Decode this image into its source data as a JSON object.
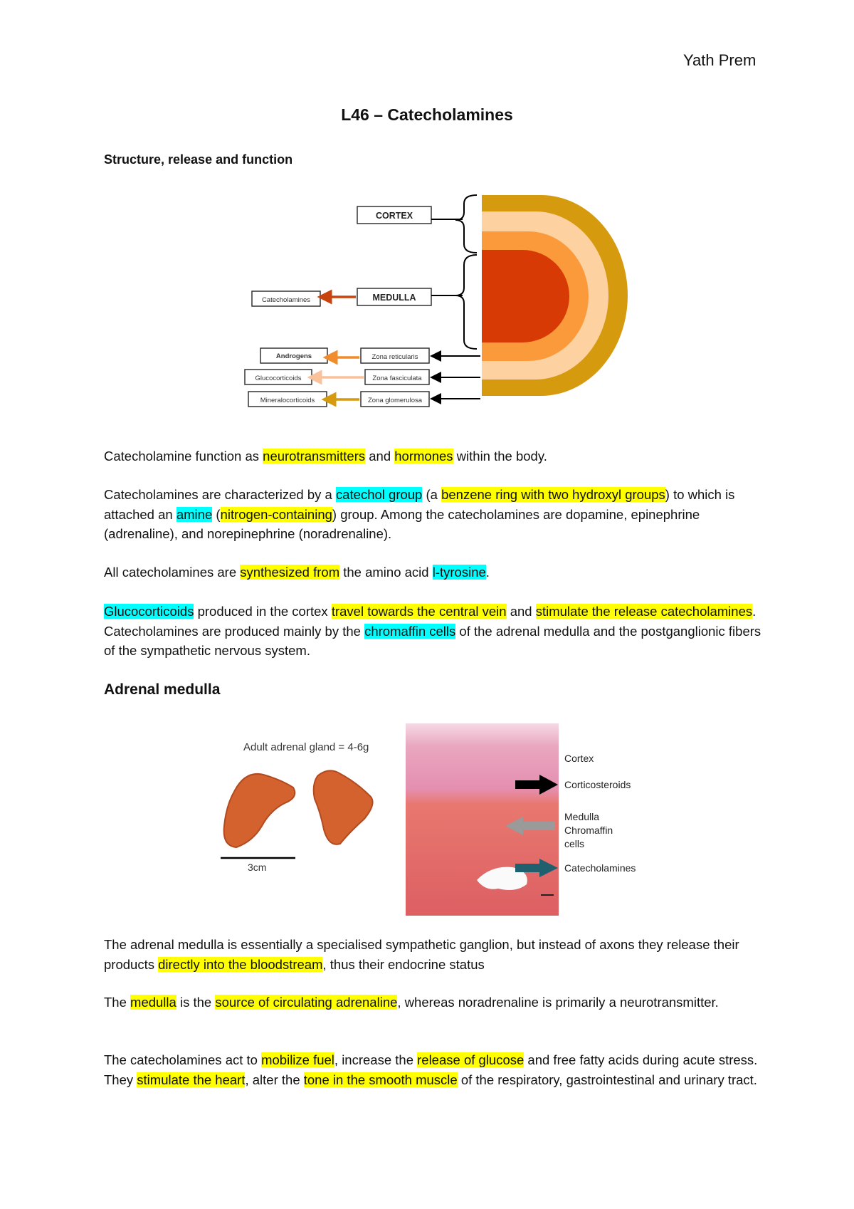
{
  "header": {
    "author": "Yath Prem"
  },
  "title": "L46 – Catecholamines",
  "section1": {
    "heading": "Structure, release and function"
  },
  "diagram1": {
    "labels": {
      "cortex": "CORTEX",
      "medulla": "MEDULLA",
      "catecholamines": "Catecholamines",
      "zona_reticularis": "Zona reticularis",
      "zona_fasciculata": "Zona fasciculata",
      "zona_glomerulosa": "Zona glomerulosa",
      "androgens": "Androgens",
      "glucocorticoids": "Glucocorticoids",
      "mineralocorticoids": "Mineralocorticoids"
    },
    "colors": {
      "outer": "#d69a0f",
      "cortex_light": "#fdd1a0",
      "middle": "#fb9a3b",
      "core": "#d83a06",
      "arrow_red": "#c8440f",
      "arrow_orange": "#f08c2c",
      "arrow_peach": "#f9c29a",
      "arrow_gold": "#d69a0f"
    }
  },
  "paragraphs": {
    "p1": [
      "Catecholamine function as ",
      "neurotransmitters",
      " and ",
      "hormones",
      " within the body."
    ],
    "p2": [
      "Catecholamines are characterized by a ",
      "catechol group",
      " (a ",
      "benzene ring with two hydroxyl groups",
      ") to which is attached an ",
      "amine",
      " (",
      "nitrogen-containing",
      ") group. Among the catecholamines are dopamine, epinephrine (adrenaline), and norepinephrine (noradrenaline)."
    ],
    "p3": [
      "All catecholamines are ",
      "synthesized from",
      " the amino acid ",
      "l-tyrosine",
      "."
    ],
    "p4": [
      "Glucocorticoids",
      " produced in the cortex ",
      "travel towards the central vein",
      " and ",
      "stimulate the release catecholamines",
      ". Catecholamines are produced mainly by the ",
      "chromaffin cells",
      " of the adrenal medulla and the postganglionic fibers of the sympathetic nervous system."
    ],
    "p5": [
      "The adrenal medulla is essentially a specialised sympathetic ganglion, but instead of axons they release their products ",
      "directly into the bloodstream",
      ", thus their endocrine status"
    ],
    "p6": [
      "The ",
      "medulla",
      " is the ",
      "source of circulating adrenaline",
      ", whereas noradrenaline is primarily a neurotransmitter."
    ],
    "p7": [
      "The catecholamines act to ",
      "mobilize fuel",
      ", increase the ",
      "release of glucose",
      " and free fatty acids during acute stress. They ",
      "stimulate the heart",
      ", alter the ",
      "tone in the smooth muscle",
      " of the respiratory, gastrointestinal and urinary tract."
    ]
  },
  "section2": {
    "heading": "Adrenal medulla"
  },
  "figure2": {
    "gland_caption": "Adult adrenal gland = 4-6g",
    "scale_label": "3cm",
    "labels": {
      "cortex": "Cortex",
      "corticosteroids": "Corticosteroids",
      "medulla_1": "Medulla",
      "medulla_2": "Chromaffin",
      "medulla_3": "cells",
      "catecholamines": "Catecholamines"
    },
    "colors": {
      "arrow_black": "#000000",
      "arrow_grey": "#9a9a9a",
      "arrow_teal": "#1f5f6e",
      "tissue_cortex": "#e9a6bf",
      "tissue_medulla": "#dd5f63",
      "gland": "#d4622e"
    }
  }
}
